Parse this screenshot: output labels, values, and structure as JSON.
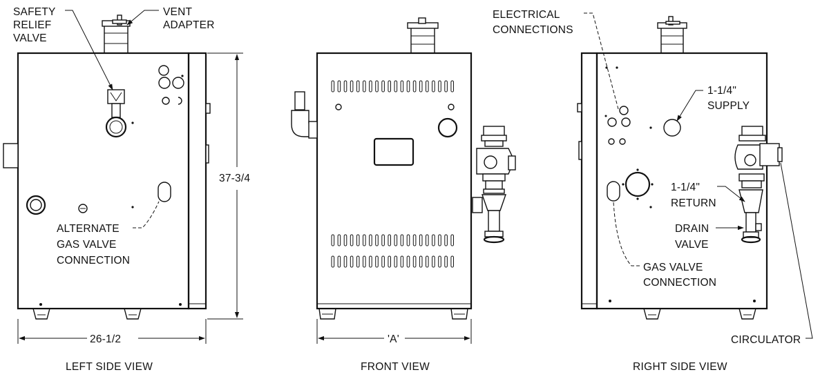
{
  "left_view": {
    "caption": "LEFT SIDE VIEW",
    "callouts": {
      "safety_relief_valve": [
        "SAFETY",
        "RELIEF",
        "VALVE"
      ],
      "vent_adapter": [
        "VENT",
        "ADAPTER"
      ],
      "alternate_gas_valve": [
        "ALTERNATE",
        "GAS VALVE",
        "CONNECTION"
      ]
    },
    "dimensions": {
      "height": "37-3/4",
      "width": "26-1/2"
    }
  },
  "front_view": {
    "caption": "FRONT VIEW",
    "dimensions": {
      "width": "'A'"
    }
  },
  "right_view": {
    "caption": "RIGHT SIDE VIEW",
    "callouts": {
      "electrical_connections": [
        "ELECTRICAL",
        "CONNECTIONS"
      ],
      "supply": [
        "1-1/4\"",
        "SUPPLY"
      ],
      "return": [
        "1-1/4\"",
        "RETURN"
      ],
      "drain_valve": [
        "DRAIN",
        "VALVE"
      ],
      "gas_valve_connection": [
        "GAS VALVE",
        "CONNECTION"
      ],
      "circulator": "CIRCULATOR"
    }
  }
}
